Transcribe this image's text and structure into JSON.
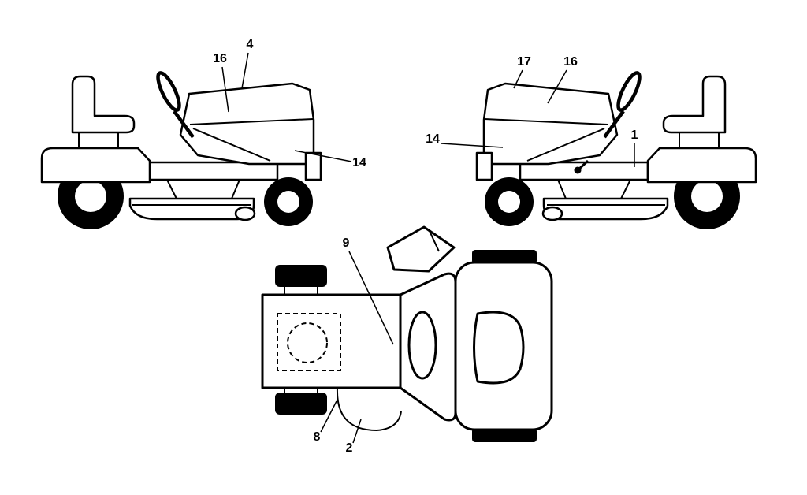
{
  "figure": {
    "colors": {
      "line": "#000000",
      "background": "#ffffff"
    },
    "views": {
      "side_left": {
        "callouts": [
          {
            "label": "4"
          },
          {
            "label": "16"
          },
          {
            "label": "14"
          }
        ]
      },
      "side_right": {
        "callouts": [
          {
            "label": "17"
          },
          {
            "label": "16"
          },
          {
            "label": "14"
          },
          {
            "label": "1"
          }
        ]
      },
      "top": {
        "callouts": [
          {
            "label": "9"
          },
          {
            "label": "8"
          },
          {
            "label": "2"
          }
        ]
      }
    }
  }
}
